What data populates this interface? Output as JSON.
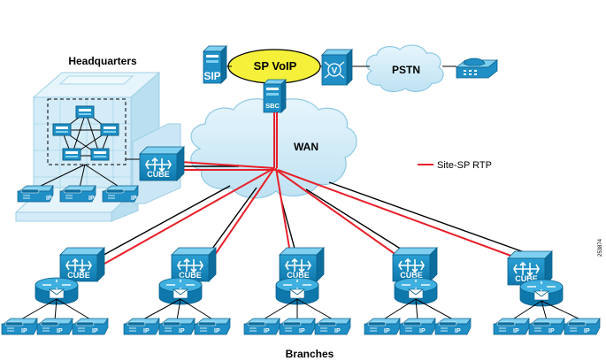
{
  "labels": {
    "headquarters": "Headquarters",
    "sp_voip": "SP VoIP",
    "pstn": "PSTN",
    "wan": "WAN",
    "branches": "Branches",
    "legend": "Site-SP RTP",
    "figure_id": "253874"
  },
  "devices": {
    "sip_server": "SIP",
    "sbc": "SBC",
    "cube": "CUBE",
    "phone": "IP"
  },
  "colors": {
    "rtp_link": "#e8202a",
    "data_link": "#000000",
    "device_blue": "#1f8fc6",
    "device_dark": "#0d6e9e",
    "cloud_fill": "#d5ecf7",
    "sp_voip_fill": "#f5f13a",
    "building_fill": "#cfe9f6"
  }
}
